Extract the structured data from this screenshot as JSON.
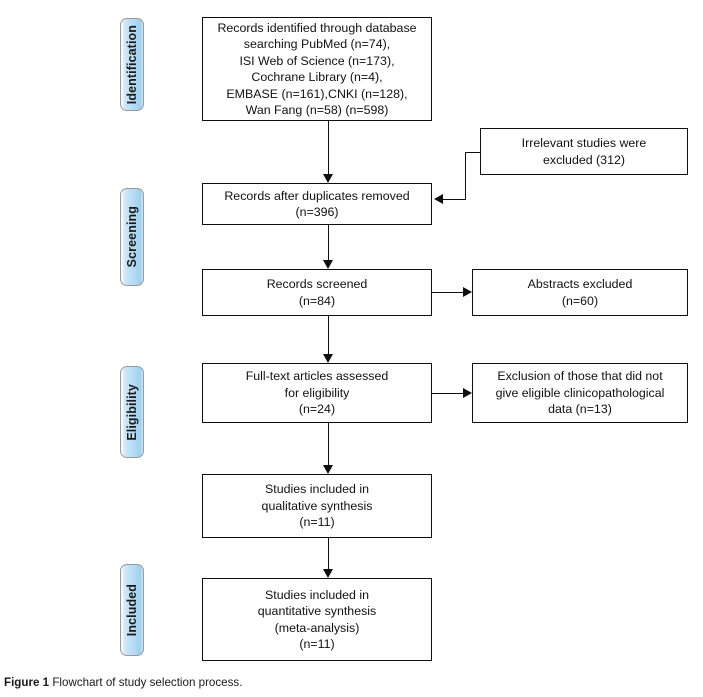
{
  "figure": {
    "caption_label": "Figure 1",
    "caption_text": "Flowchart of study selection process."
  },
  "colors": {
    "tab_fill": "#b6dcf5",
    "tab_border": "#9a9a9a",
    "box_border": "#0f0f0f",
    "box_fill": "#ffffff",
    "text": "#111111",
    "page_background": "#ffffff"
  },
  "stages": [
    {
      "id": "identification",
      "label": "Identification"
    },
    {
      "id": "screening",
      "label": "Screening"
    },
    {
      "id": "eligibility",
      "label": "Eligibility"
    },
    {
      "id": "included",
      "label": "Included"
    }
  ],
  "flow": {
    "records_identified": {
      "text": "Records identified through database\nsearching PubMed (n=74),\nISI Web of Science (n=173),\nCochrane Library (n=4),\nEMBASE (n=161),CNKI (n=128),\nWan Fang (n=58) (n=598)",
      "count": 598,
      "sources": [
        {
          "name": "PubMed",
          "n": 74
        },
        {
          "name": "ISI Web of Science",
          "n": 173
        },
        {
          "name": "Cochrane Library",
          "n": 4
        },
        {
          "name": "EMBASE",
          "n": 161
        },
        {
          "name": "CNKI",
          "n": 128
        },
        {
          "name": "Wan Fang",
          "n": 58
        }
      ]
    },
    "irrelevant_excluded": {
      "text": "Irrelevant studies were\nexcluded (312)",
      "count": 312
    },
    "records_after_duplicates": {
      "text": "Records after duplicates removed\n(n=396)",
      "count": 396
    },
    "records_screened": {
      "text": "Records screened\n(n=84)",
      "count": 84
    },
    "abstracts_excluded": {
      "text": "Abstracts excluded\n(n=60)",
      "count": 60
    },
    "fulltext_assessed": {
      "text": "Full-text articles assessed\nfor eligibility\n(n=24)",
      "count": 24
    },
    "fulltext_excluded": {
      "text": "Exclusion of those that did not\ngive eligible clinicopathological\ndata (n=13)",
      "count": 13
    },
    "qualitative_synthesis": {
      "text": "Studies included in\nqualitative synthesis\n(n=11)",
      "count": 11
    },
    "quantitative_synthesis": {
      "text": "Studies included in\nquantitative synthesis\n(meta-analysis)\n(n=11)",
      "count": 11
    }
  }
}
